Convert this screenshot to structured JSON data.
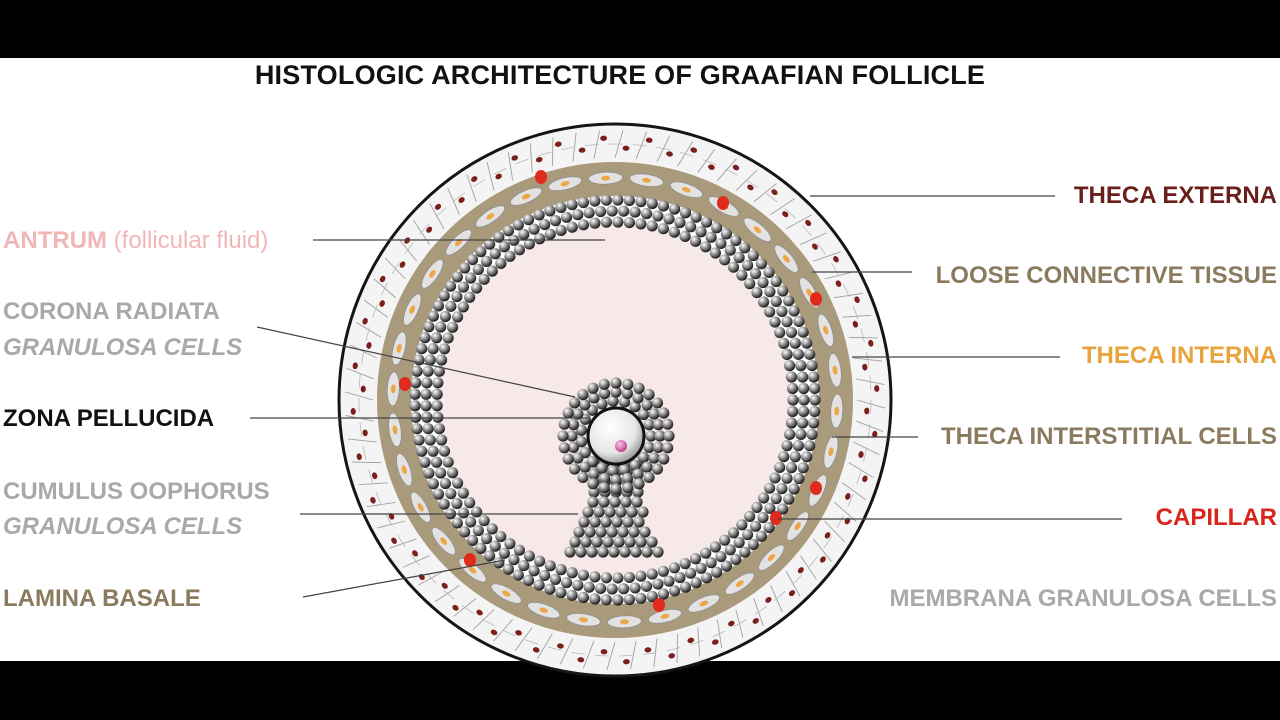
{
  "title": "HISTOLOGIC ARCHITECTURE OF GRAAFIAN FOLLICLE",
  "colors": {
    "antrum": "#f2b6b6",
    "gray": "#a7a9ac",
    "black": "#111111",
    "tan": "#8a7a5e",
    "dark_red": "#6b1f1a",
    "orange": "#e8a33c",
    "red": "#d9261c"
  },
  "labels_left": {
    "antrum_main": "ANTRUM",
    "antrum_sub": "(follicular fluid)",
    "corona_line1": "CORONA RADIATA",
    "corona_line2": "GRANULOSA CELLS",
    "zona": "ZONA PELLUCIDA",
    "cumulus_line1": "CUMULUS OOPHORUS",
    "cumulus_line2": "GRANULOSA CELLS",
    "lamina": "LAMINA BASALE"
  },
  "labels_right": {
    "theca_externa": "THECA EXTERNA",
    "loose_ct": "LOOSE CONNECTIVE TISSUE",
    "theca_interna": "THECA INTERNA",
    "theca_interstitial": "THECA INTERSTITIAL CELLS",
    "capillar": "CAPILLAR",
    "membrana": "MEMBRANA GRANULOSA CELLS"
  }
}
